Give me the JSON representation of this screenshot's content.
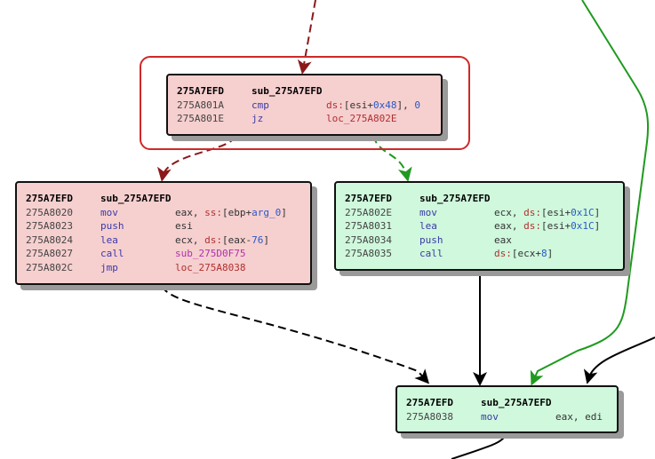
{
  "colors": {
    "red_edge": "#8b1a1a",
    "green_edge": "#1f9a1f",
    "black_edge": "#000000",
    "highlight": "#d02828"
  },
  "nodes": {
    "top": {
      "header": {
        "addr": "275A7EFD",
        "name": "sub_275A7EFD"
      },
      "rows": [
        {
          "addr": "275A801A",
          "mn": "cmp",
          "op": [
            {
              "t": "ds:",
              "c": "seg"
            },
            {
              "t": "[esi+",
              "c": "plain"
            },
            {
              "t": "0x48",
              "c": "num"
            },
            {
              "t": "], ",
              "c": "plain"
            },
            {
              "t": "0",
              "c": "num"
            }
          ]
        },
        {
          "addr": "275A801E",
          "mn": "jz",
          "op": [
            {
              "t": "loc_275A802E",
              "c": "lbl"
            }
          ]
        }
      ]
    },
    "left": {
      "header": {
        "addr": "275A7EFD",
        "name": "sub_275A7EFD"
      },
      "rows": [
        {
          "addr": "275A8020",
          "mn": "mov",
          "op": [
            {
              "t": "eax, ",
              "c": "plain"
            },
            {
              "t": "ss:",
              "c": "seg"
            },
            {
              "t": "[ebp+",
              "c": "plain"
            },
            {
              "t": "arg_0",
              "c": "num"
            },
            {
              "t": "]",
              "c": "plain"
            }
          ]
        },
        {
          "addr": "275A8023",
          "mn": "push",
          "op": [
            {
              "t": "esi",
              "c": "plain"
            }
          ]
        },
        {
          "addr": "275A8024",
          "mn": "lea",
          "op": [
            {
              "t": "ecx, ",
              "c": "plain"
            },
            {
              "t": "ds:",
              "c": "seg"
            },
            {
              "t": "[eax-",
              "c": "plain"
            },
            {
              "t": "76",
              "c": "num"
            },
            {
              "t": "]",
              "c": "plain"
            }
          ]
        },
        {
          "addr": "275A8027",
          "mn": "call",
          "op": [
            {
              "t": "sub_275D0F75",
              "c": "sub"
            }
          ]
        },
        {
          "addr": "275A802C",
          "mn": "jmp",
          "op": [
            {
              "t": "loc_275A8038",
              "c": "lbl"
            }
          ]
        }
      ]
    },
    "right": {
      "header": {
        "addr": "275A7EFD",
        "name": "sub_275A7EFD"
      },
      "rows": [
        {
          "addr": "275A802E",
          "mn": "mov",
          "op": [
            {
              "t": "ecx, ",
              "c": "plain"
            },
            {
              "t": "ds:",
              "c": "seg"
            },
            {
              "t": "[esi+",
              "c": "plain"
            },
            {
              "t": "0x1C",
              "c": "num"
            },
            {
              "t": "]",
              "c": "plain"
            }
          ]
        },
        {
          "addr": "275A8031",
          "mn": "lea",
          "op": [
            {
              "t": "eax, ",
              "c": "plain"
            },
            {
              "t": "ds:",
              "c": "seg"
            },
            {
              "t": "[esi+",
              "c": "plain"
            },
            {
              "t": "0x1C",
              "c": "num"
            },
            {
              "t": "]",
              "c": "plain"
            }
          ]
        },
        {
          "addr": "275A8034",
          "mn": "push",
          "op": [
            {
              "t": "eax",
              "c": "plain"
            }
          ]
        },
        {
          "addr": "275A8035",
          "mn": "call",
          "op": [
            {
              "t": "ds:",
              "c": "seg"
            },
            {
              "t": "[ecx+",
              "c": "plain"
            },
            {
              "t": "8",
              "c": "num"
            },
            {
              "t": "]",
              "c": "plain"
            }
          ]
        }
      ]
    },
    "bottom": {
      "header": {
        "addr": "275A7EFD",
        "name": "sub_275A7EFD"
      },
      "rows": [
        {
          "addr": "275A8038",
          "mn": "mov",
          "op": [
            {
              "t": "eax, edi",
              "c": "plain"
            }
          ]
        }
      ]
    }
  }
}
